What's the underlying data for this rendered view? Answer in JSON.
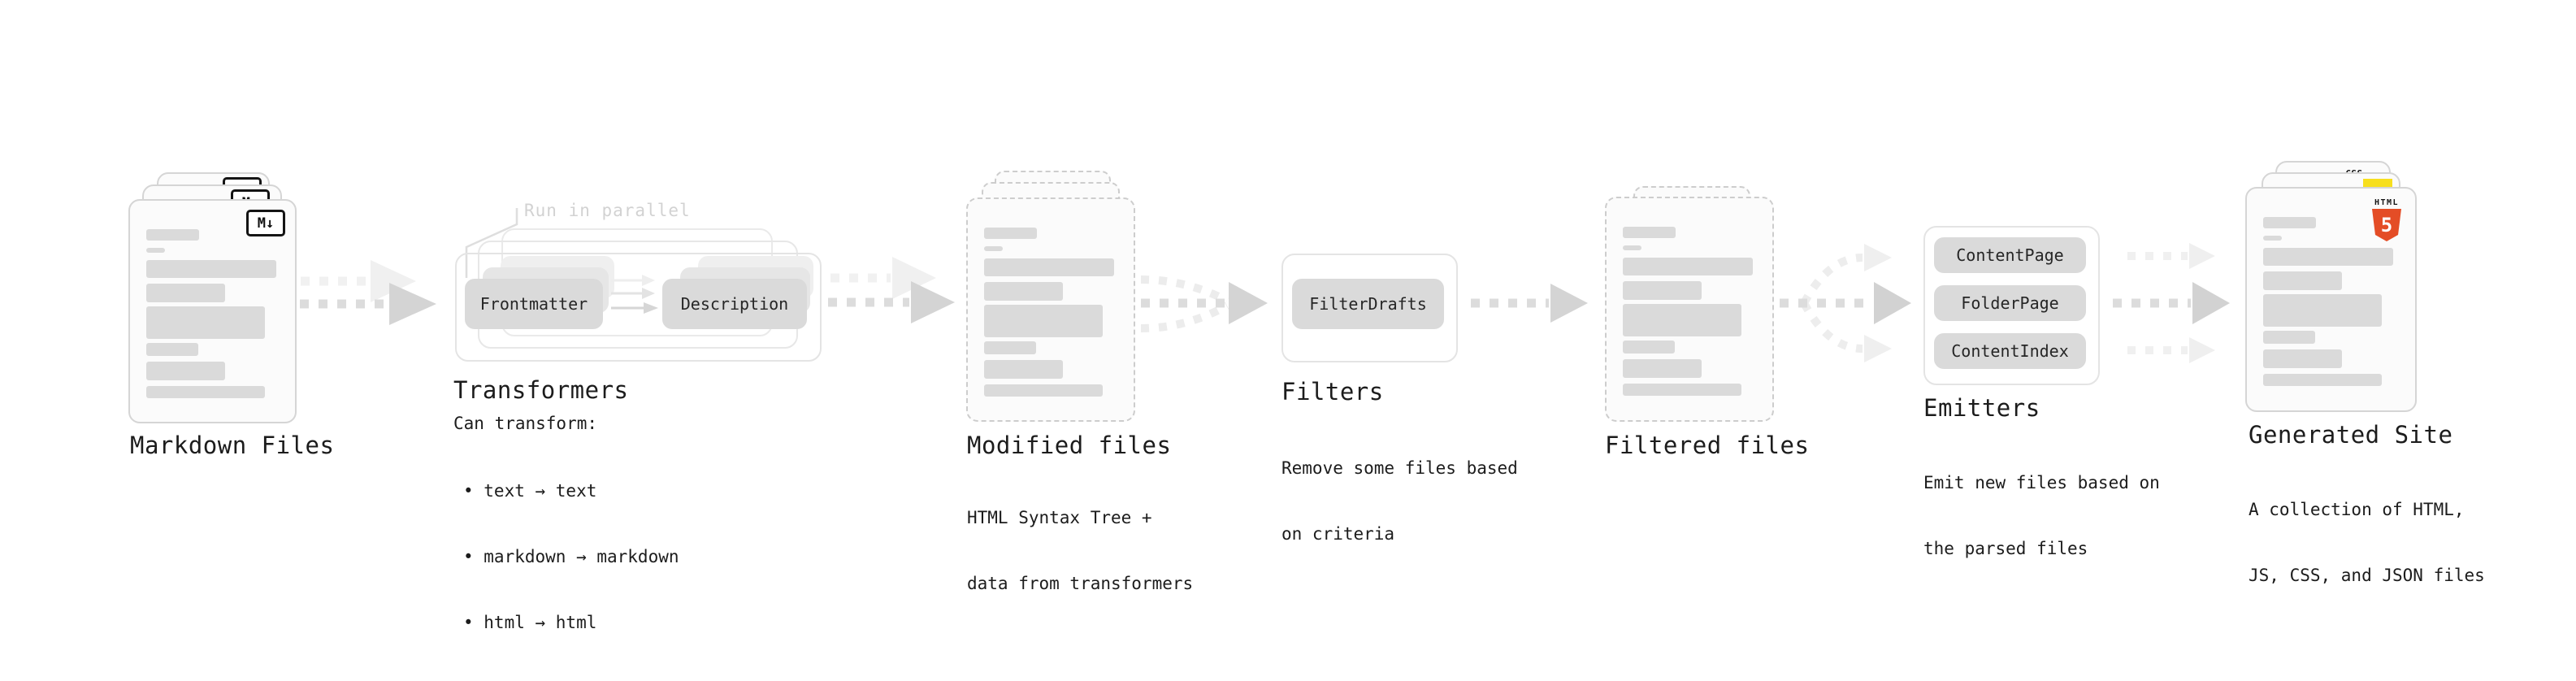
{
  "markdown_files": {
    "title": "Markdown Files"
  },
  "transformers": {
    "annotation": "Run in parallel",
    "pill_left": "Frontmatter",
    "pill_right": "Description",
    "title": "Transformers",
    "note_heading": "Can transform:",
    "bullets": [
      "• text → text",
      "• markdown → markdown",
      "• html → html"
    ]
  },
  "modified_files": {
    "title": "Modified files",
    "subtitle1": "HTML Syntax Tree +",
    "subtitle2": "data from transformers"
  },
  "filters": {
    "title": "Filters",
    "pill": "FilterDrafts",
    "subtitle1": "Remove some files based",
    "subtitle2": "on criteria"
  },
  "filtered_files": {
    "title": "Filtered files"
  },
  "emitters": {
    "title": "Emitters",
    "pills": [
      "ContentPage",
      "FolderPage",
      "ContentIndex"
    ],
    "subtitle1": "Emit new files based on",
    "subtitle2": "the parsed files"
  },
  "generated_site": {
    "title": "Generated Site",
    "subtitle1": "A collection of HTML,",
    "subtitle2": "JS, CSS, and JSON files"
  },
  "icons": {
    "markdown": "M↓",
    "html5_word": "HTML",
    "html5_number": "5",
    "css_word": "CSS"
  },
  "colors": {
    "html5_orange": "#e44d26",
    "js_yellow": "#f7df1e",
    "css_blue": "#2965f1"
  }
}
